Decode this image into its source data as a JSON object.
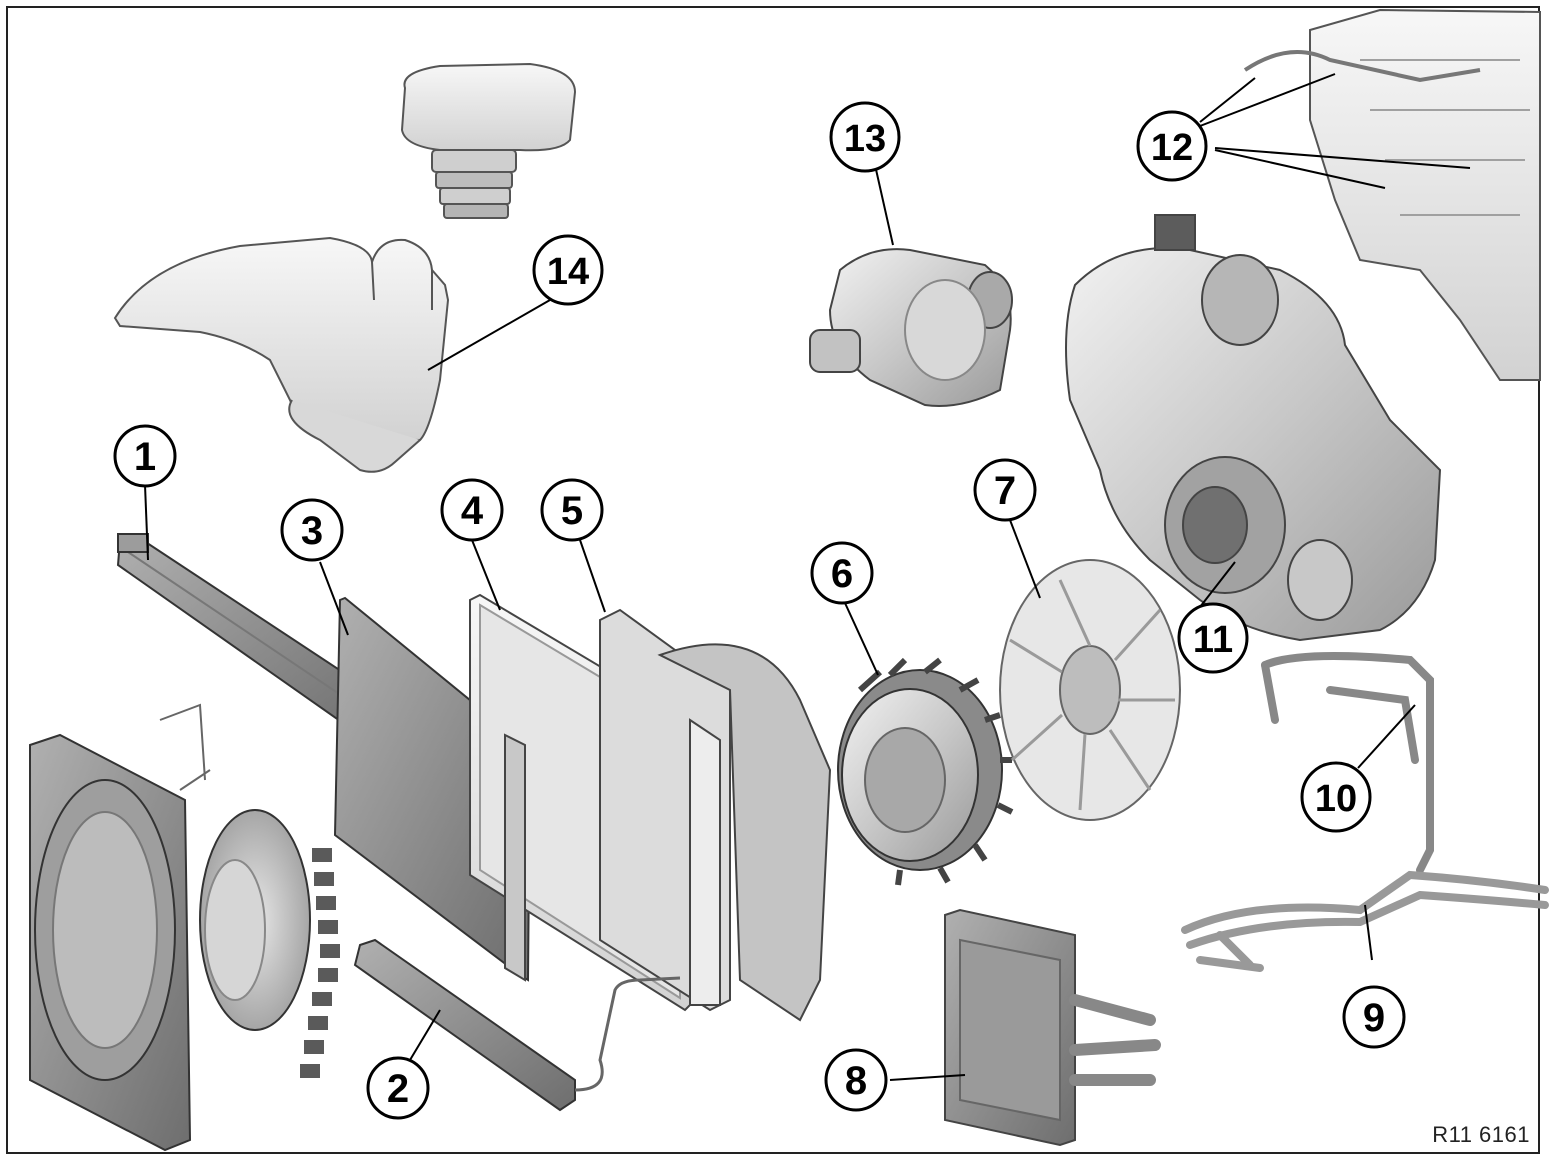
{
  "diagram": {
    "reference_code": "R11 6161",
    "callouts": [
      {
        "id": "1",
        "label": "1"
      },
      {
        "id": "2",
        "label": "2"
      },
      {
        "id": "3",
        "label": "3"
      },
      {
        "id": "4",
        "label": "4"
      },
      {
        "id": "5",
        "label": "5"
      },
      {
        "id": "6",
        "label": "6"
      },
      {
        "id": "7",
        "label": "7"
      },
      {
        "id": "8",
        "label": "8"
      },
      {
        "id": "9",
        "label": "9"
      },
      {
        "id": "10",
        "label": "10"
      },
      {
        "id": "11",
        "label": "11"
      },
      {
        "id": "12",
        "label": "12"
      },
      {
        "id": "13",
        "label": "13"
      },
      {
        "id": "14",
        "label": "14"
      }
    ],
    "colors": {
      "part_fill": "#cfcfcf",
      "part_dark": "#8a8a8a",
      "outline": "#3a3a3a",
      "line": "#000000"
    }
  }
}
